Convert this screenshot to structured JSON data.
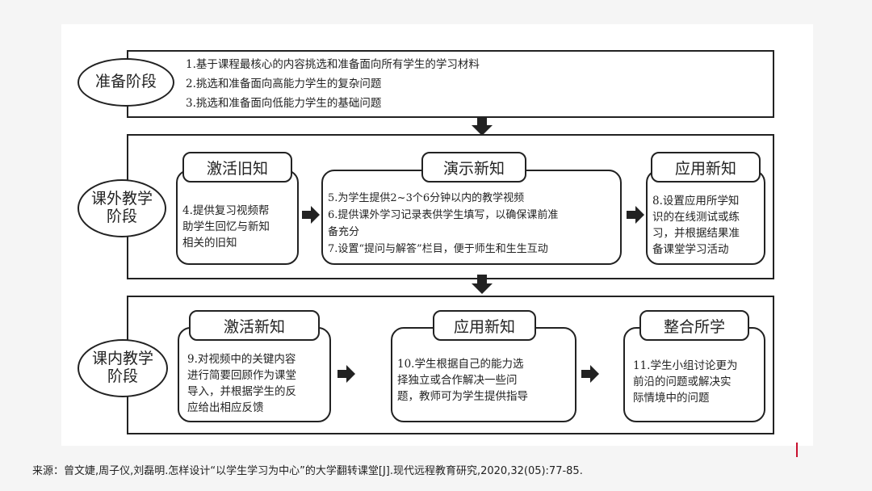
{
  "stage_prep": {
    "label": "准备阶段",
    "items": [
      "1.基于课程最核心的内容挑选和准备面向所有学生的学习材料",
      "2.挑选和准备面向高能力学生的复杂问题",
      "3.挑选和准备面向低能力学生的基础问题"
    ]
  },
  "stage_out": {
    "label_line1": "课外教学",
    "label_line2": "阶段",
    "boxes": [
      {
        "title": "激活旧知",
        "lines": [
          "4.提供复习视频帮",
          "助学生回忆与新知",
          "相关的旧知"
        ]
      },
      {
        "title": "演示新知",
        "lines": [
          "5.为学生提供2~3个6分钟以内的教学视频",
          "6.提供课外学习记录表供学生填写，以确保课前准",
          "备充分",
          "7.设置“提问与解答”栏目，便于师生和生生互动"
        ]
      },
      {
        "title": "应用新知",
        "lines": [
          "8.设置应用所学知",
          "识的在线测试或练",
          "习，并根据结果准",
          "备课堂学习活动"
        ]
      }
    ]
  },
  "stage_in": {
    "label_line1": "课内教学",
    "label_line2": "阶段",
    "boxes": [
      {
        "title": "激活新知",
        "lines": [
          "9.对视频中的关键内容",
          "进行简要回顾作为课堂",
          "导入，并根据学生的反",
          "应给出相应反馈"
        ]
      },
      {
        "title": "应用新知",
        "lines": [
          "10.学生根据自己的能力选",
          "择独立或合作解决一些问",
          "题，教师可为学生提供指导"
        ]
      },
      {
        "title": "整合所学",
        "lines": [
          "11.学生小组讨论更为",
          "前沿的问题或解决实",
          "际情境中的问题"
        ]
      }
    ]
  },
  "source": "来源：曾文婕,周子仪,刘磊明.怎样设计“以学生学习为中心”的大学翻转课堂[J].现代远程教育研究,2020,32(05):77-85."
}
